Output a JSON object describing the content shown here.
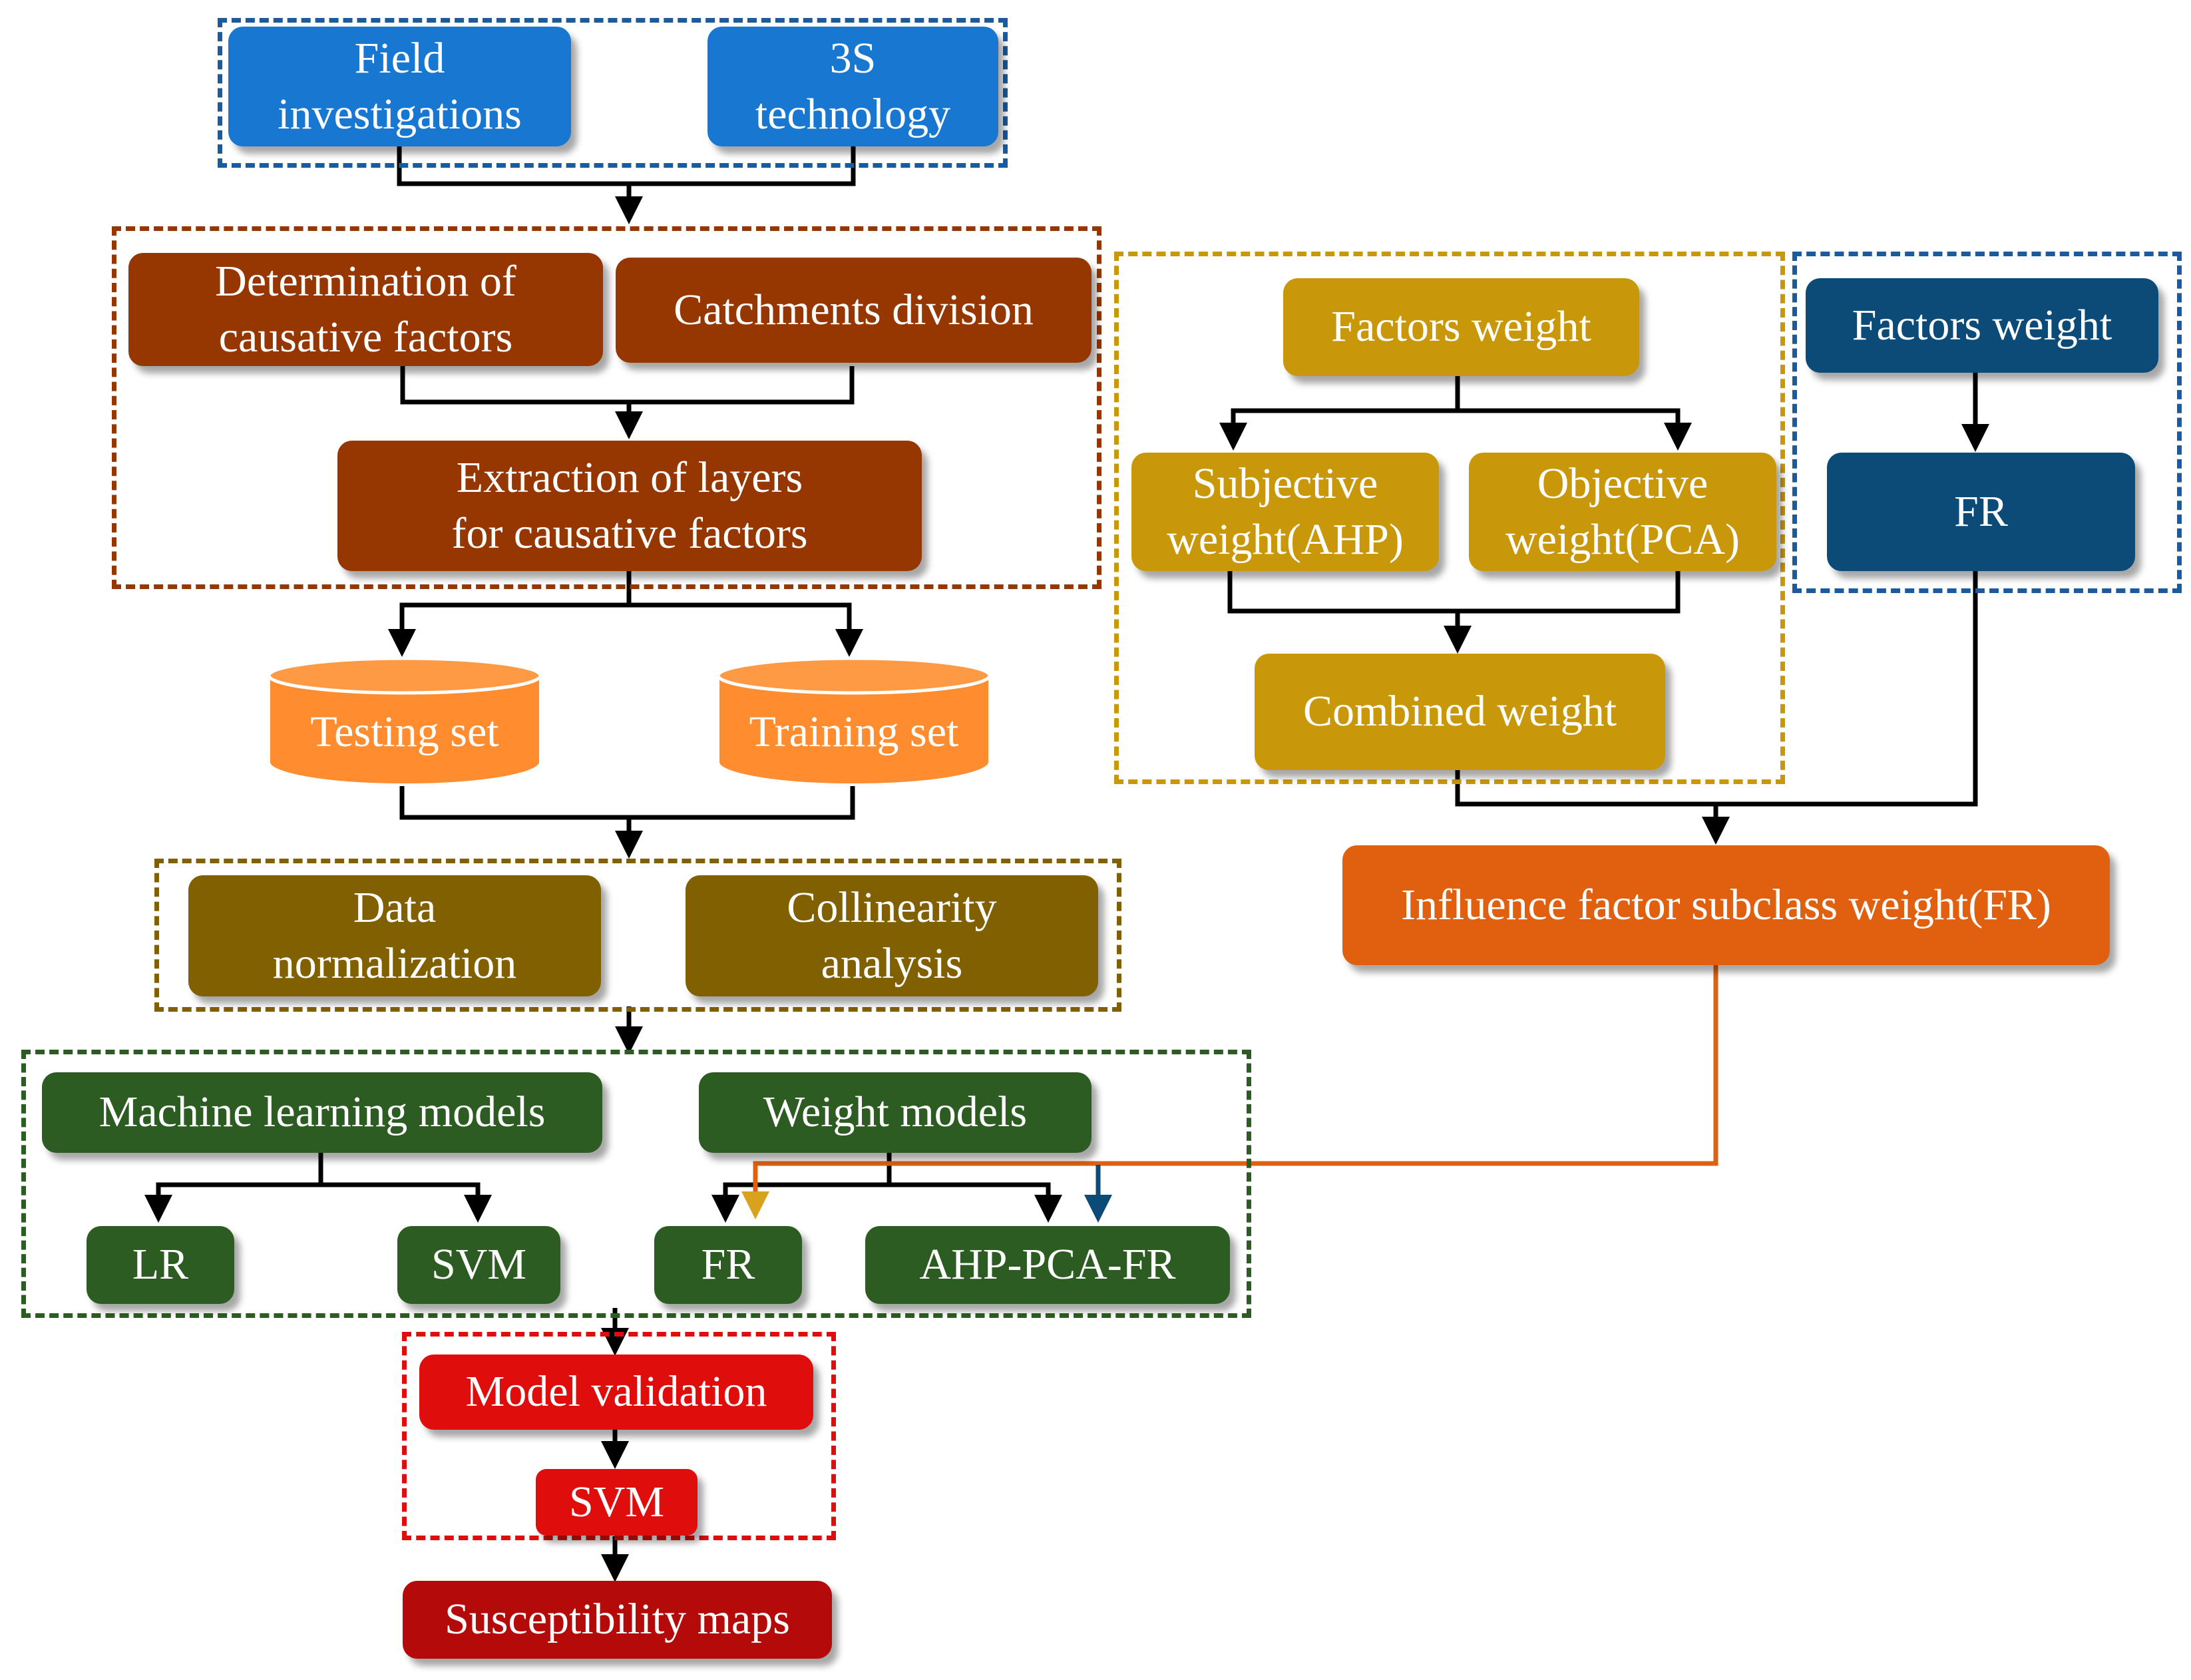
{
  "colors": {
    "blue": "#1777d1",
    "brown": "#963600",
    "gold": "#c9980a",
    "navy": "#0c4b78",
    "orange": "#ff8c2f",
    "olive": "#806000",
    "orange_dark": "#e06010",
    "green": "#2d5c22",
    "red": "#e00d0d",
    "dark_red": "#b50a0a"
  },
  "nodes": {
    "field_investigations": {
      "line1": "Field",
      "line2": "investigations"
    },
    "tech_3s": {
      "line1": "3S",
      "line2": "technology"
    },
    "determination": {
      "line1": "Determination of",
      "line2": "causative factors"
    },
    "catchments": {
      "label": "Catchments division"
    },
    "extraction": {
      "line1": "Extraction of layers",
      "line2": "for causative factors"
    },
    "testing_set": {
      "label": "Testing set"
    },
    "training_set": {
      "label": "Training set"
    },
    "data_normalization": {
      "line1": "Data",
      "line2": "normalization"
    },
    "collinearity": {
      "line1": "Collinearity",
      "line2": "analysis"
    },
    "ml_models": {
      "label": "Machine learning models"
    },
    "weight_models": {
      "label": "Weight models"
    },
    "lr": {
      "label": "LR"
    },
    "svm_model": {
      "label": "SVM"
    },
    "fr_model": {
      "label": "FR"
    },
    "ahp_pca_fr": {
      "label": "AHP-PCA-FR"
    },
    "model_validation": {
      "label": "Model validation"
    },
    "svm_best": {
      "label": "SVM"
    },
    "susceptibility": {
      "label": "Susceptibility maps"
    },
    "factors_weight_gold": {
      "label": "Factors weight"
    },
    "subjective": {
      "line1": "Subjective",
      "line2": "weight(AHP)"
    },
    "objective": {
      "line1": "Objective",
      "line2": "weight(PCA)"
    },
    "combined": {
      "label": "Combined weight"
    },
    "factors_weight_navy": {
      "label": "Factors weight"
    },
    "fr_navy": {
      "label": "FR"
    },
    "influence": {
      "label": "Influence factor subclass weight(FR)"
    }
  }
}
